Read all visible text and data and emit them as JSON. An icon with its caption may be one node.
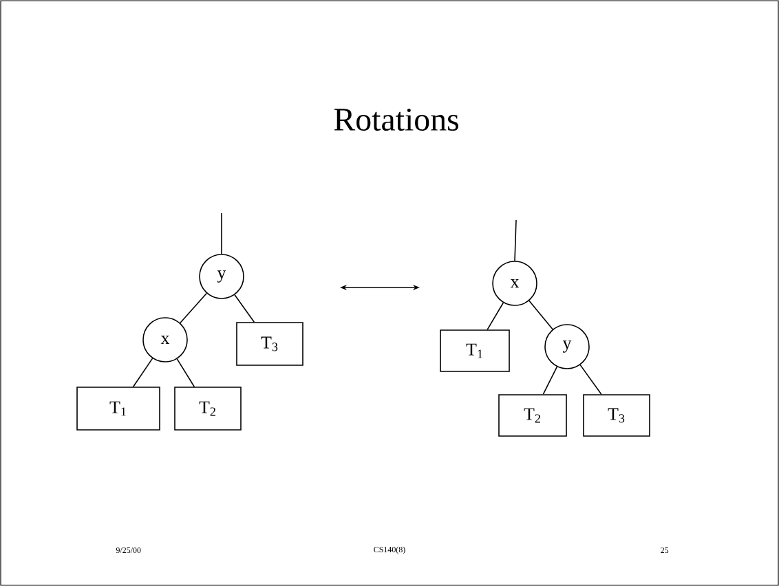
{
  "diagram": {
    "title": "Rotations",
    "nodes": [
      {
        "text": [
          "y"
        ]
      },
      {
        "text": [
          "x"
        ]
      },
      {
        "text": [
          "T$_{1}$"
        ]
      },
      {
        "text": [
          "T$_{2}$"
        ]
      },
      {
        "text": [
          "T$_{3}$"
        ]
      },
      {
        "text": [
          "x"
        ]
      },
      {
        "text": [
          "T$_{1}$"
        ]
      },
      {
        "text": [
          "y"
        ]
      },
      {
        "text": [
          "T$_{2}$"
        ]
      },
      {
        "text": [
          "T$_{3}$"
        ]
      }
    ],
    "edges": [
      {
        "from": null,
        "to": 0,
        "arrow": "none"
      },
      {
        "from": 0,
        "to": 1,
        "arrow": "none"
      },
      {
        "from": 0,
        "to": 4,
        "arrow": "none"
      },
      {
        "from": 1,
        "to": 2,
        "arrow": "none"
      },
      {
        "from": 1,
        "to": 3,
        "arrow": "none"
      },
      {
        "from": null,
        "to": 5,
        "arrow": "none"
      },
      {
        "from": 5,
        "to": 6,
        "arrow": "none"
      },
      {
        "from": 5,
        "to": 7,
        "arrow": "none"
      },
      {
        "from": 7,
        "to": 8,
        "arrow": "none"
      },
      {
        "from": 7,
        "to": 9,
        "arrow": "none"
      }
    ],
    "labels": [
      "9/25/00",
      "CS140(8)",
      "25"
    ]
  }
}
